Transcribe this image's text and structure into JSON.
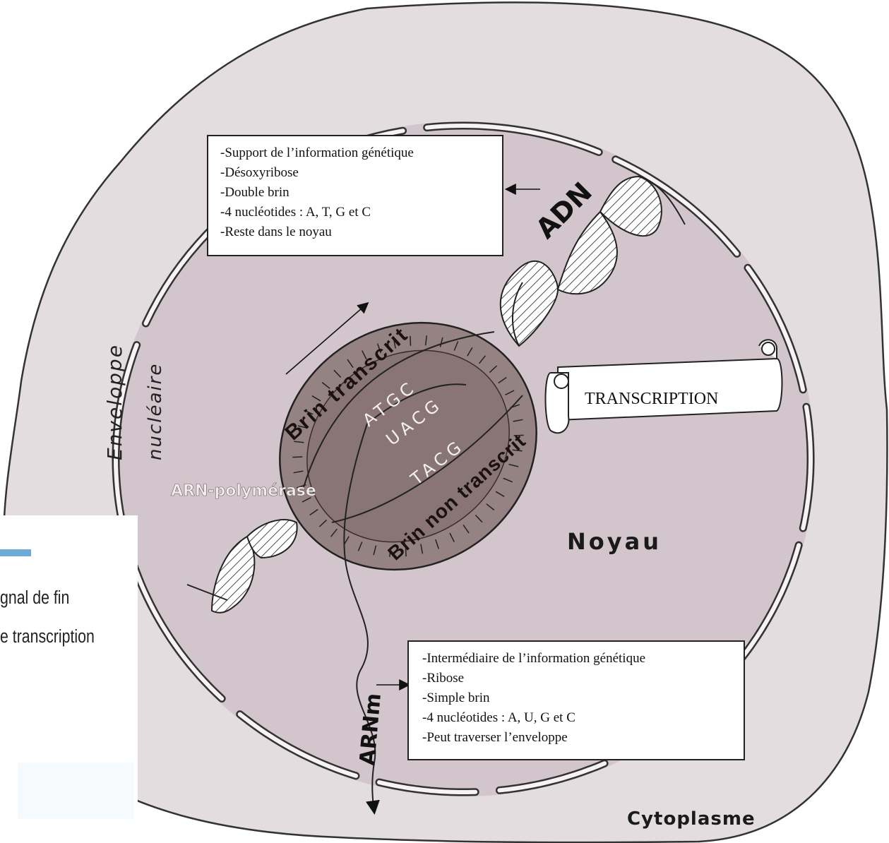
{
  "labels": {
    "cytoplasm": "Cytoplasme",
    "nucleus": "Noyau",
    "envelope_line1": "Enveloppe",
    "envelope_line2": "nucléaire",
    "polymerase": "ARN-polymérase",
    "transcribed_strand": "Brin transcrit",
    "non_transcribed_strand": "Brin non transcrit",
    "dna": "ADN",
    "mrna": "ARNm",
    "transcription": "TRANSCRIPTION"
  },
  "sequences": {
    "top": "ATGC",
    "middle": "UACG",
    "bottom": "TACG"
  },
  "dna_box": {
    "lines": [
      "-Support de l’information génétique",
      "-Désoxyribose",
      "-Double brin",
      "-4 nucléotides : A, T, G et C",
      "-Reste dans le noyau"
    ]
  },
  "rna_box": {
    "lines": [
      "-Intermédiaire de l’information génétique",
      "-Ribose",
      "-Simple brin",
      "-4 nucléotides : A, U, G et C",
      "-Peut traverser l’enveloppe"
    ]
  },
  "inset": {
    "line1": "gnal de fin",
    "line2": "e transcription",
    "bar_color": "#6fa9d6"
  },
  "colors": {
    "cytoplasm_fill": "#e4dde0",
    "nucleus_fill": "#d2c5cb",
    "polymerase_fill": "#958283",
    "polymerase_inner": "#7f6b6c"
  }
}
